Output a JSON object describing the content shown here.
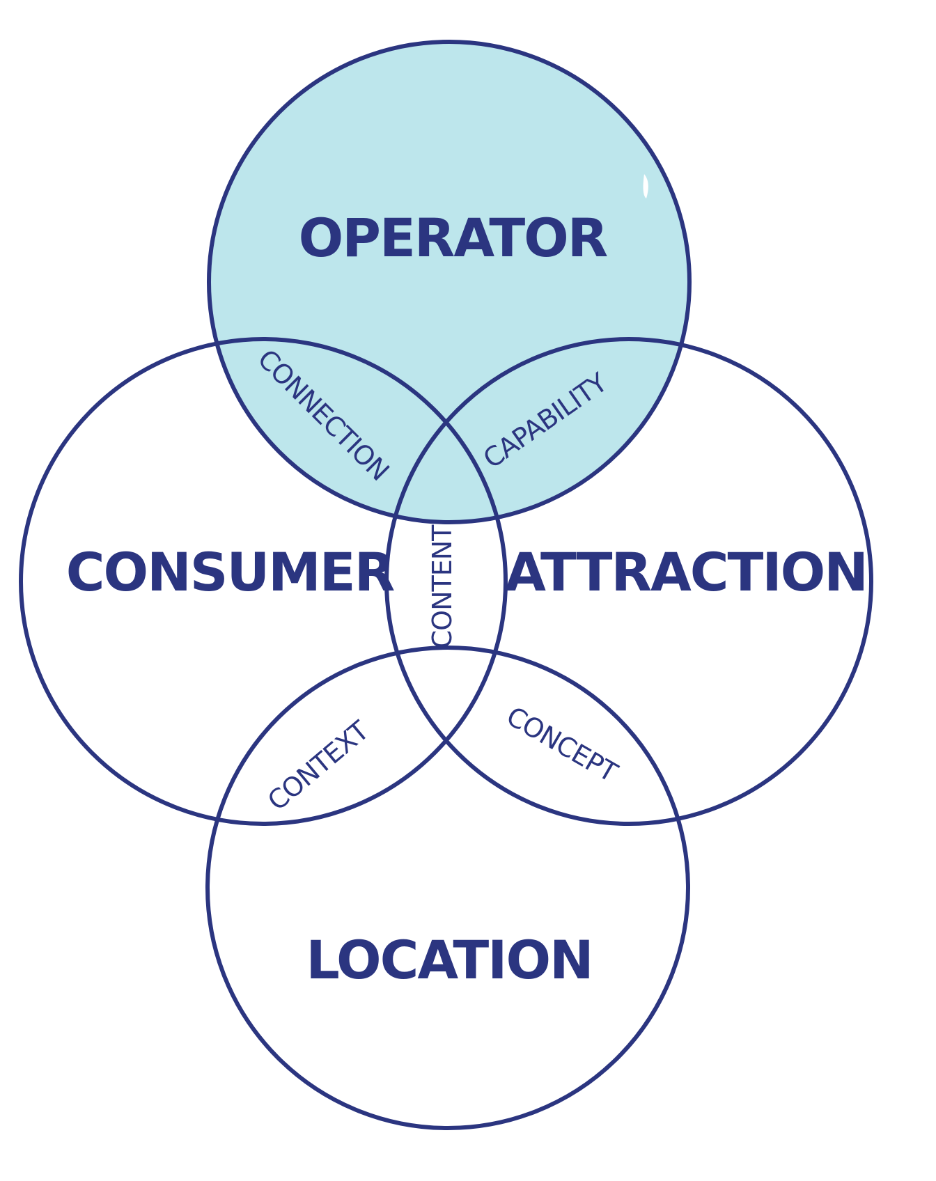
{
  "colors": {
    "stroke": "#2b3580",
    "highlight_fill": "#bde6ec",
    "text": "#2b3580"
  },
  "sets": {
    "operator": "OPERATOR",
    "consumer": "CONSUMER",
    "attraction": "ATTRACTION",
    "location": "LOCATION"
  },
  "intersections": {
    "operator_consumer": "CONNECTION",
    "operator_attraction": "CAPABILITY",
    "consumer_attraction": "CONTENT",
    "consumer_location": "CONTEXT",
    "attraction_location": "CONCEPT"
  },
  "highlighted_set": "operator"
}
